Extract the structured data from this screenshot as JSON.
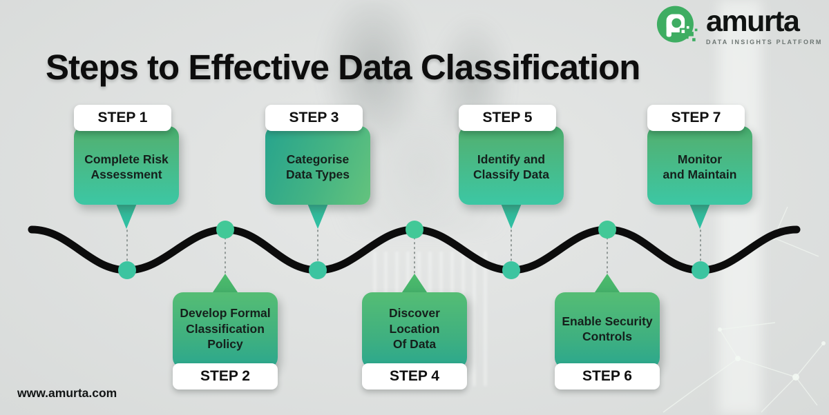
{
  "title": "Steps to Effective Data Classification",
  "brand": {
    "logo_text": "amurta",
    "tagline": "DATA INSIGHTS PLATFORM",
    "website": "www.amurta.com"
  },
  "steps": [
    {
      "number": 1,
      "label": "STEP 1",
      "text": "Complete Risk\nAssessment",
      "position": "above"
    },
    {
      "number": 2,
      "label": "STEP 2",
      "text": "Develop Formal\nClassification\nPolicy",
      "position": "below"
    },
    {
      "number": 3,
      "label": "STEP 3",
      "text": "Categorise\nData Types",
      "position": "above"
    },
    {
      "number": 4,
      "label": "STEP 4",
      "text": "Discover\nLocation\nOf Data",
      "position": "below"
    },
    {
      "number": 5,
      "label": "STEP 5",
      "text": "Identify and\nClassify Data",
      "position": "above"
    },
    {
      "number": 6,
      "label": "STEP 6",
      "text": "Enable Security\nControls",
      "position": "below"
    },
    {
      "number": 7,
      "label": "STEP 7",
      "text": "Monitor\nand Maintain",
      "position": "above"
    }
  ],
  "colors": {
    "background": "#e1e3e2",
    "timeline_line": "#0c0c0c",
    "timeline_dot": "#3ec6a0",
    "card_green": "#4fb377",
    "card_teal": "#3cc7a4",
    "logo_green": "#3ead62",
    "tagline_gray": "#6b7471"
  }
}
